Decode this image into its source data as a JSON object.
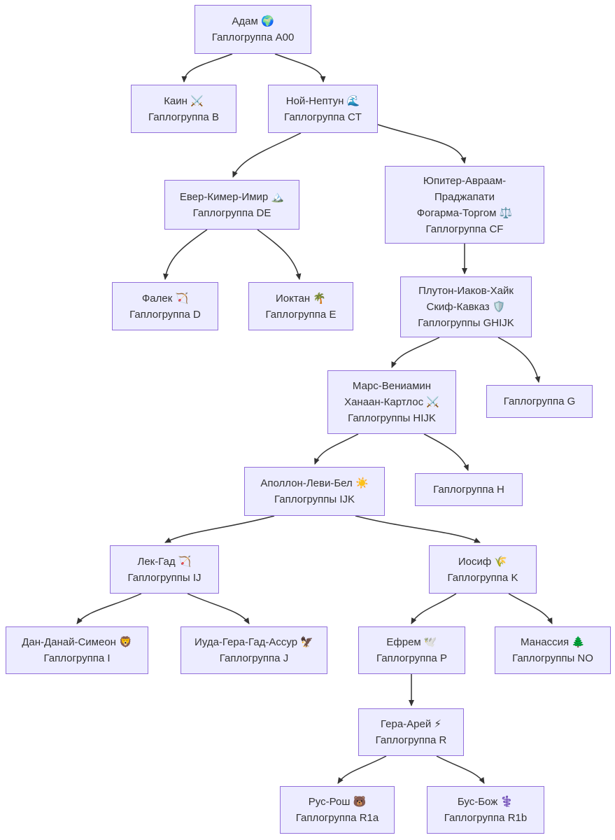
{
  "diagram": {
    "type": "flowchart-genealogy-tree",
    "background_color": "#ffffff",
    "node_fill_color": "#ECECFF",
    "node_border_color": "#9370DB",
    "text_color": "#333333",
    "edge_color": "#333333",
    "nodes": [
      {
        "id": "adam",
        "label": "Адам 🌍\nГаплогруппа A00"
      },
      {
        "id": "kain",
        "label": "Каин ⚔️\nГаплогруппа B"
      },
      {
        "id": "noy",
        "label": "Ной-Нептун 🌊\nГаплогруппа CT"
      },
      {
        "id": "ever",
        "label": "Евер-Кимер-Имир 🏔️\nГаплогруппа DE"
      },
      {
        "id": "yupiter",
        "label": "Юпитер-Авраам-\nПраджапати\nФогарма-Торгом ⚖️\nГаплогруппа CF"
      },
      {
        "id": "falek",
        "label": "Фалек 🏹\nГаплогруппа D"
      },
      {
        "id": "ioktan",
        "label": "Иоктан 🌴\nГаплогруппа E"
      },
      {
        "id": "pluton",
        "label": "Плутон-Иаков-Хайк\nСкиф-Кавказ 🛡️\nГаплогруппы GHIJK"
      },
      {
        "id": "mars",
        "label": "Марс-Вениамин\nХанаан-Картлос ⚔️\nГаплогруппы HIJK"
      },
      {
        "id": "hap-g",
        "label": "Гаплогруппа G"
      },
      {
        "id": "apollon",
        "label": "Аполлон-Леви-Бел ☀️\nГаплогруппы IJK"
      },
      {
        "id": "hap-h",
        "label": "Гаплогруппа H"
      },
      {
        "id": "lek",
        "label": "Лек-Гад 🏹\nГаплогруппы IJ"
      },
      {
        "id": "iosif",
        "label": "Иосиф 🌾\nГаплогруппа K"
      },
      {
        "id": "dan",
        "label": "Дан-Данай-Симеон 🦁\nГаплогруппа I"
      },
      {
        "id": "iuda",
        "label": "Иуда-Гера-Гад-Ассур 🦅\nГаплогруппа J"
      },
      {
        "id": "efrem",
        "label": "Ефрем 🕊️\nГаплогруппа P"
      },
      {
        "id": "manassiya",
        "label": "Манассия 🌲\nГаплогруппы NO"
      },
      {
        "id": "gera",
        "label": "Гера-Арей ⚡\nГаплогруппа R"
      },
      {
        "id": "rus",
        "label": "Рус-Рош 🐻\nГаплогруппа R1a"
      },
      {
        "id": "bus",
        "label": "Бус-Бож ⚕️\nГаплогруппа R1b"
      }
    ],
    "edges": [
      "adam->kain",
      "adam->noy",
      "noy->ever",
      "noy->yupiter",
      "ever->falek",
      "ever->ioktan",
      "yupiter->pluton",
      "pluton->mars",
      "pluton->hap-g",
      "mars->apollon",
      "mars->hap-h",
      "apollon->lek",
      "apollon->iosif",
      "lek->dan",
      "lek->iuda",
      "iosif->efrem",
      "iosif->manassiya",
      "efrem->gera",
      "gera->rus",
      "gera->bus"
    ]
  }
}
